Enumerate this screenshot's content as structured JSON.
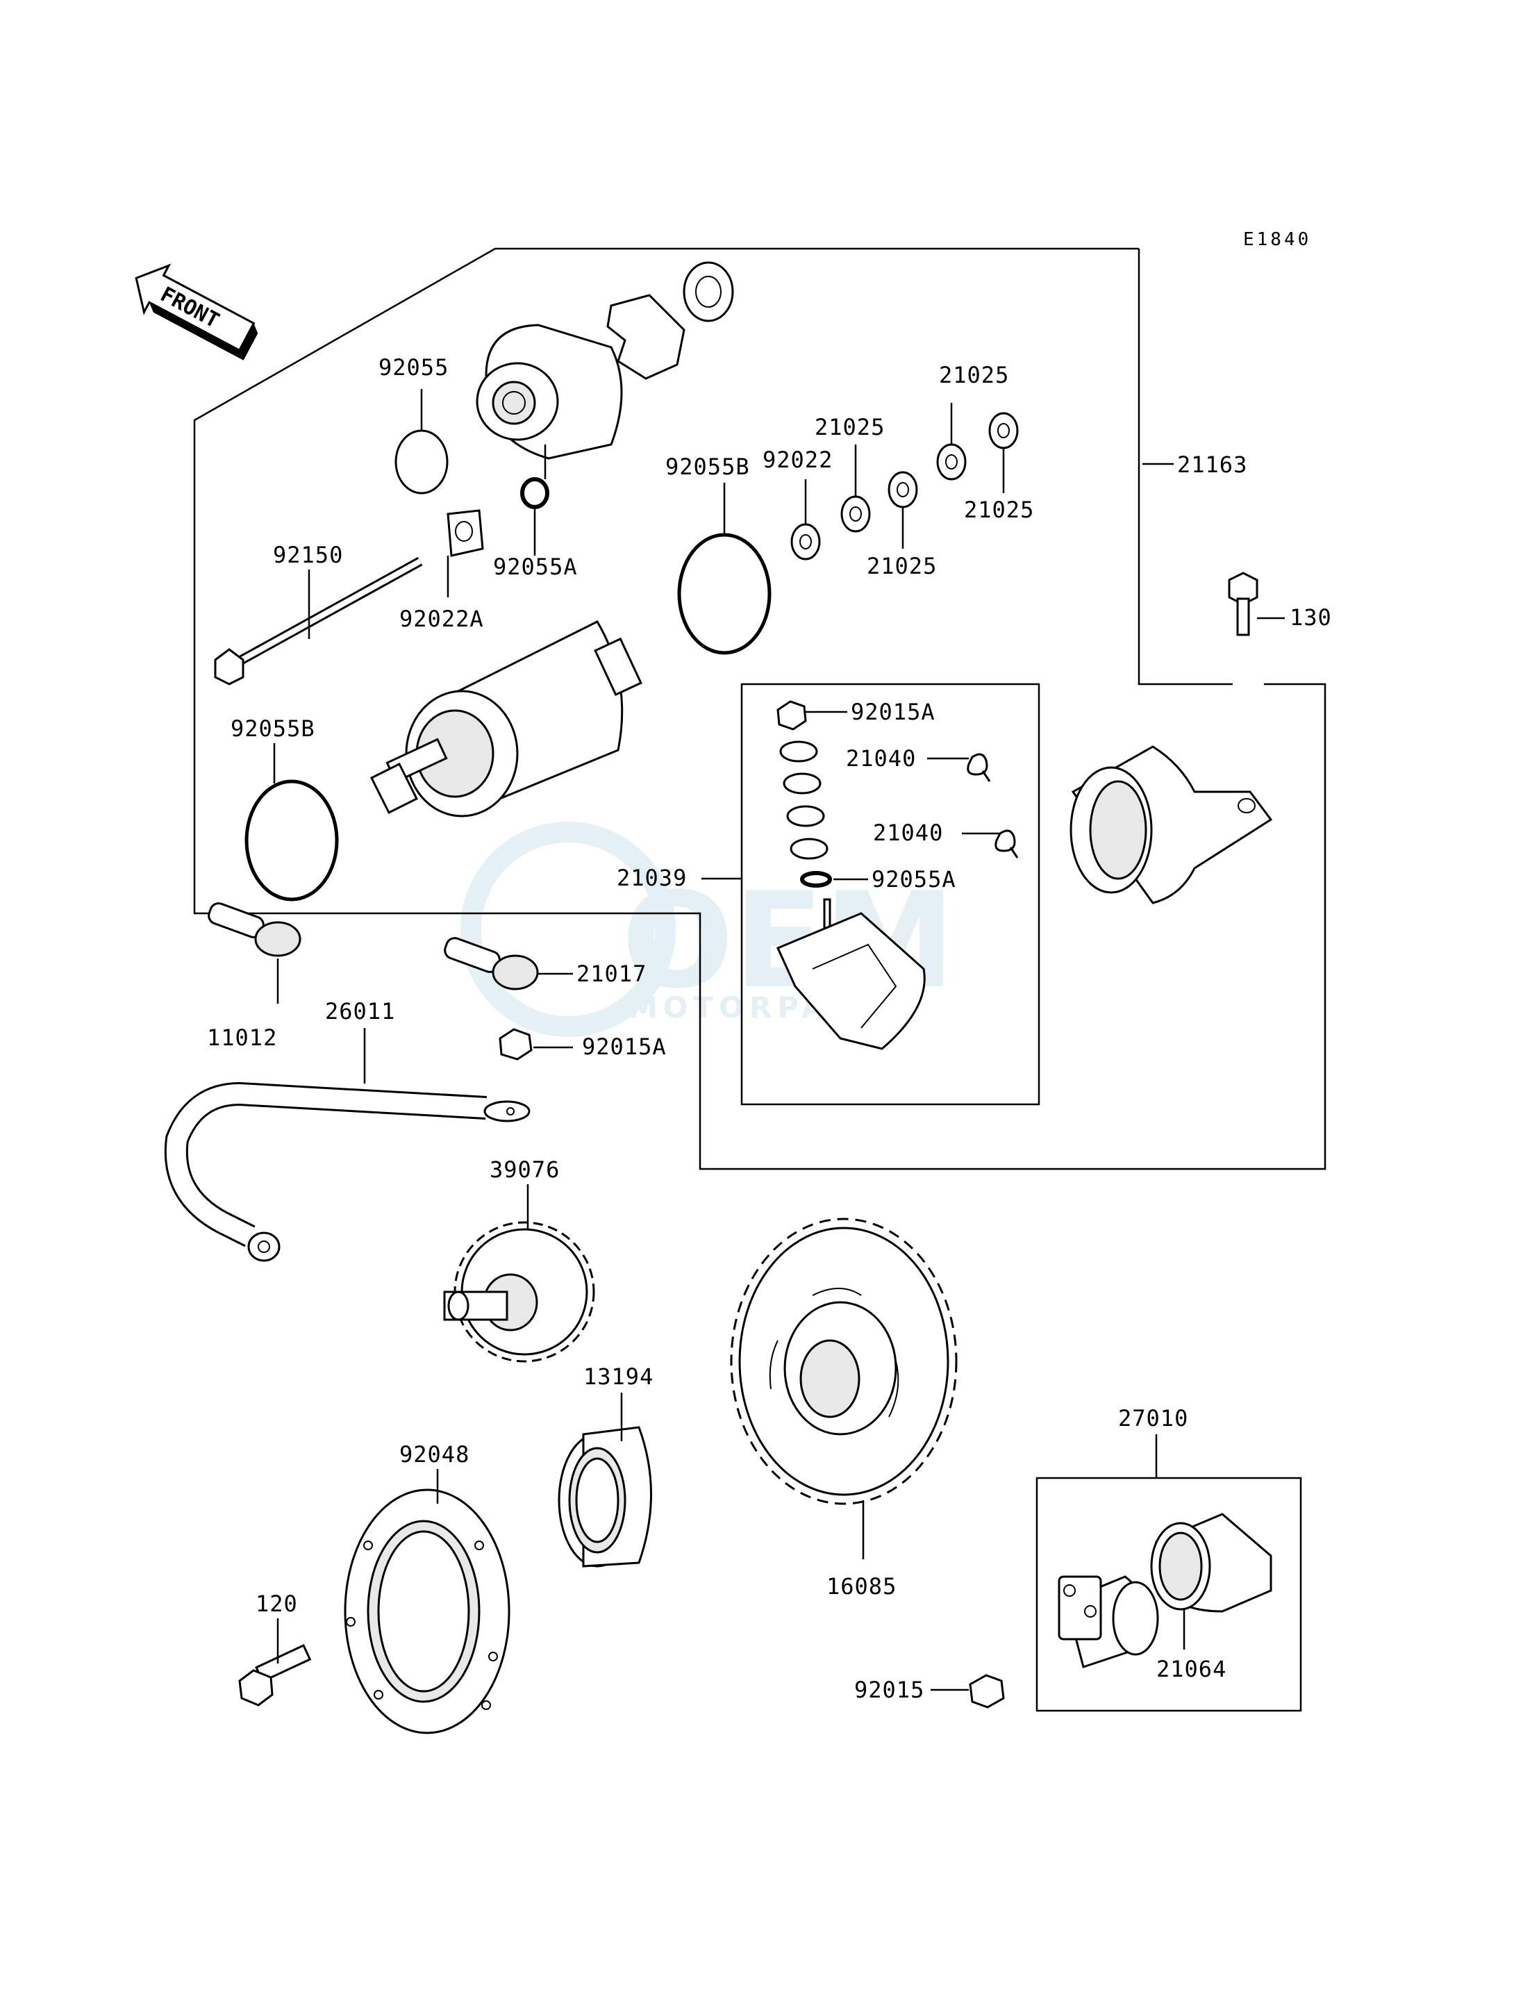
{
  "diagram_code": "E1840",
  "front_arrow_label": "FRONT",
  "watermark": {
    "logo": "OEM",
    "text": "MOTORPARTS"
  },
  "callouts": {
    "c92055": "92055",
    "c92055A_top": "92055A",
    "c92055B_left": "92055B",
    "c92055B_mid": "92055B",
    "c92150": "92150",
    "c92022A": "92022A",
    "c92022": "92022",
    "c21025_a": "21025",
    "c21025_b": "21025",
    "c21025_c": "21025",
    "c21025_d": "21025",
    "c21163": "21163",
    "c130": "130",
    "c92015A_top": "92015A",
    "c21040_a": "21040",
    "c21040_b": "21040",
    "c21039": "21039",
    "c92055A_mid": "92055A",
    "c21017": "21017",
    "c11012": "11012",
    "c26011": "26011",
    "c92015A_low": "92015A",
    "c39076": "39076",
    "c13194": "13194",
    "c92048": "92048",
    "c16085": "16085",
    "c27010": "27010",
    "c21064": "21064",
    "c120": "120",
    "c92015": "92015"
  }
}
